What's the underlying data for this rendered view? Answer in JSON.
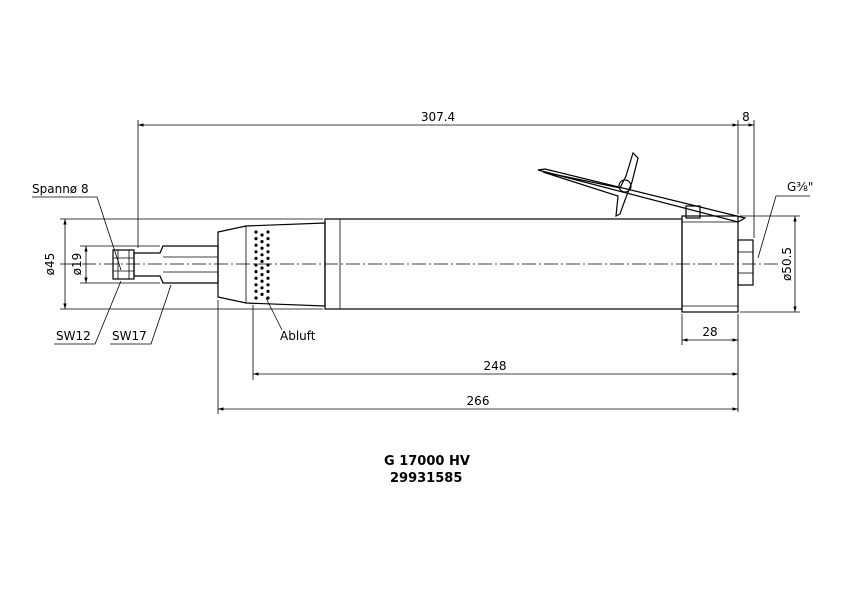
{
  "dimensions": {
    "overall_length": "307.4",
    "end_cap": "8",
    "exhaust_to_end": "248",
    "body_length": "266",
    "rear_section": "28",
    "diameter_body": "ø45",
    "diameter_collet": "ø19",
    "diameter_rear": "ø50.5"
  },
  "labels": {
    "collet": "Spannø 8",
    "wrench_12": "SW12",
    "wrench_17": "SW17",
    "exhaust": "Abluft",
    "air_inlet": "G⅜\""
  },
  "title": {
    "model": "G 17000 HV",
    "part_number": "29931585"
  }
}
